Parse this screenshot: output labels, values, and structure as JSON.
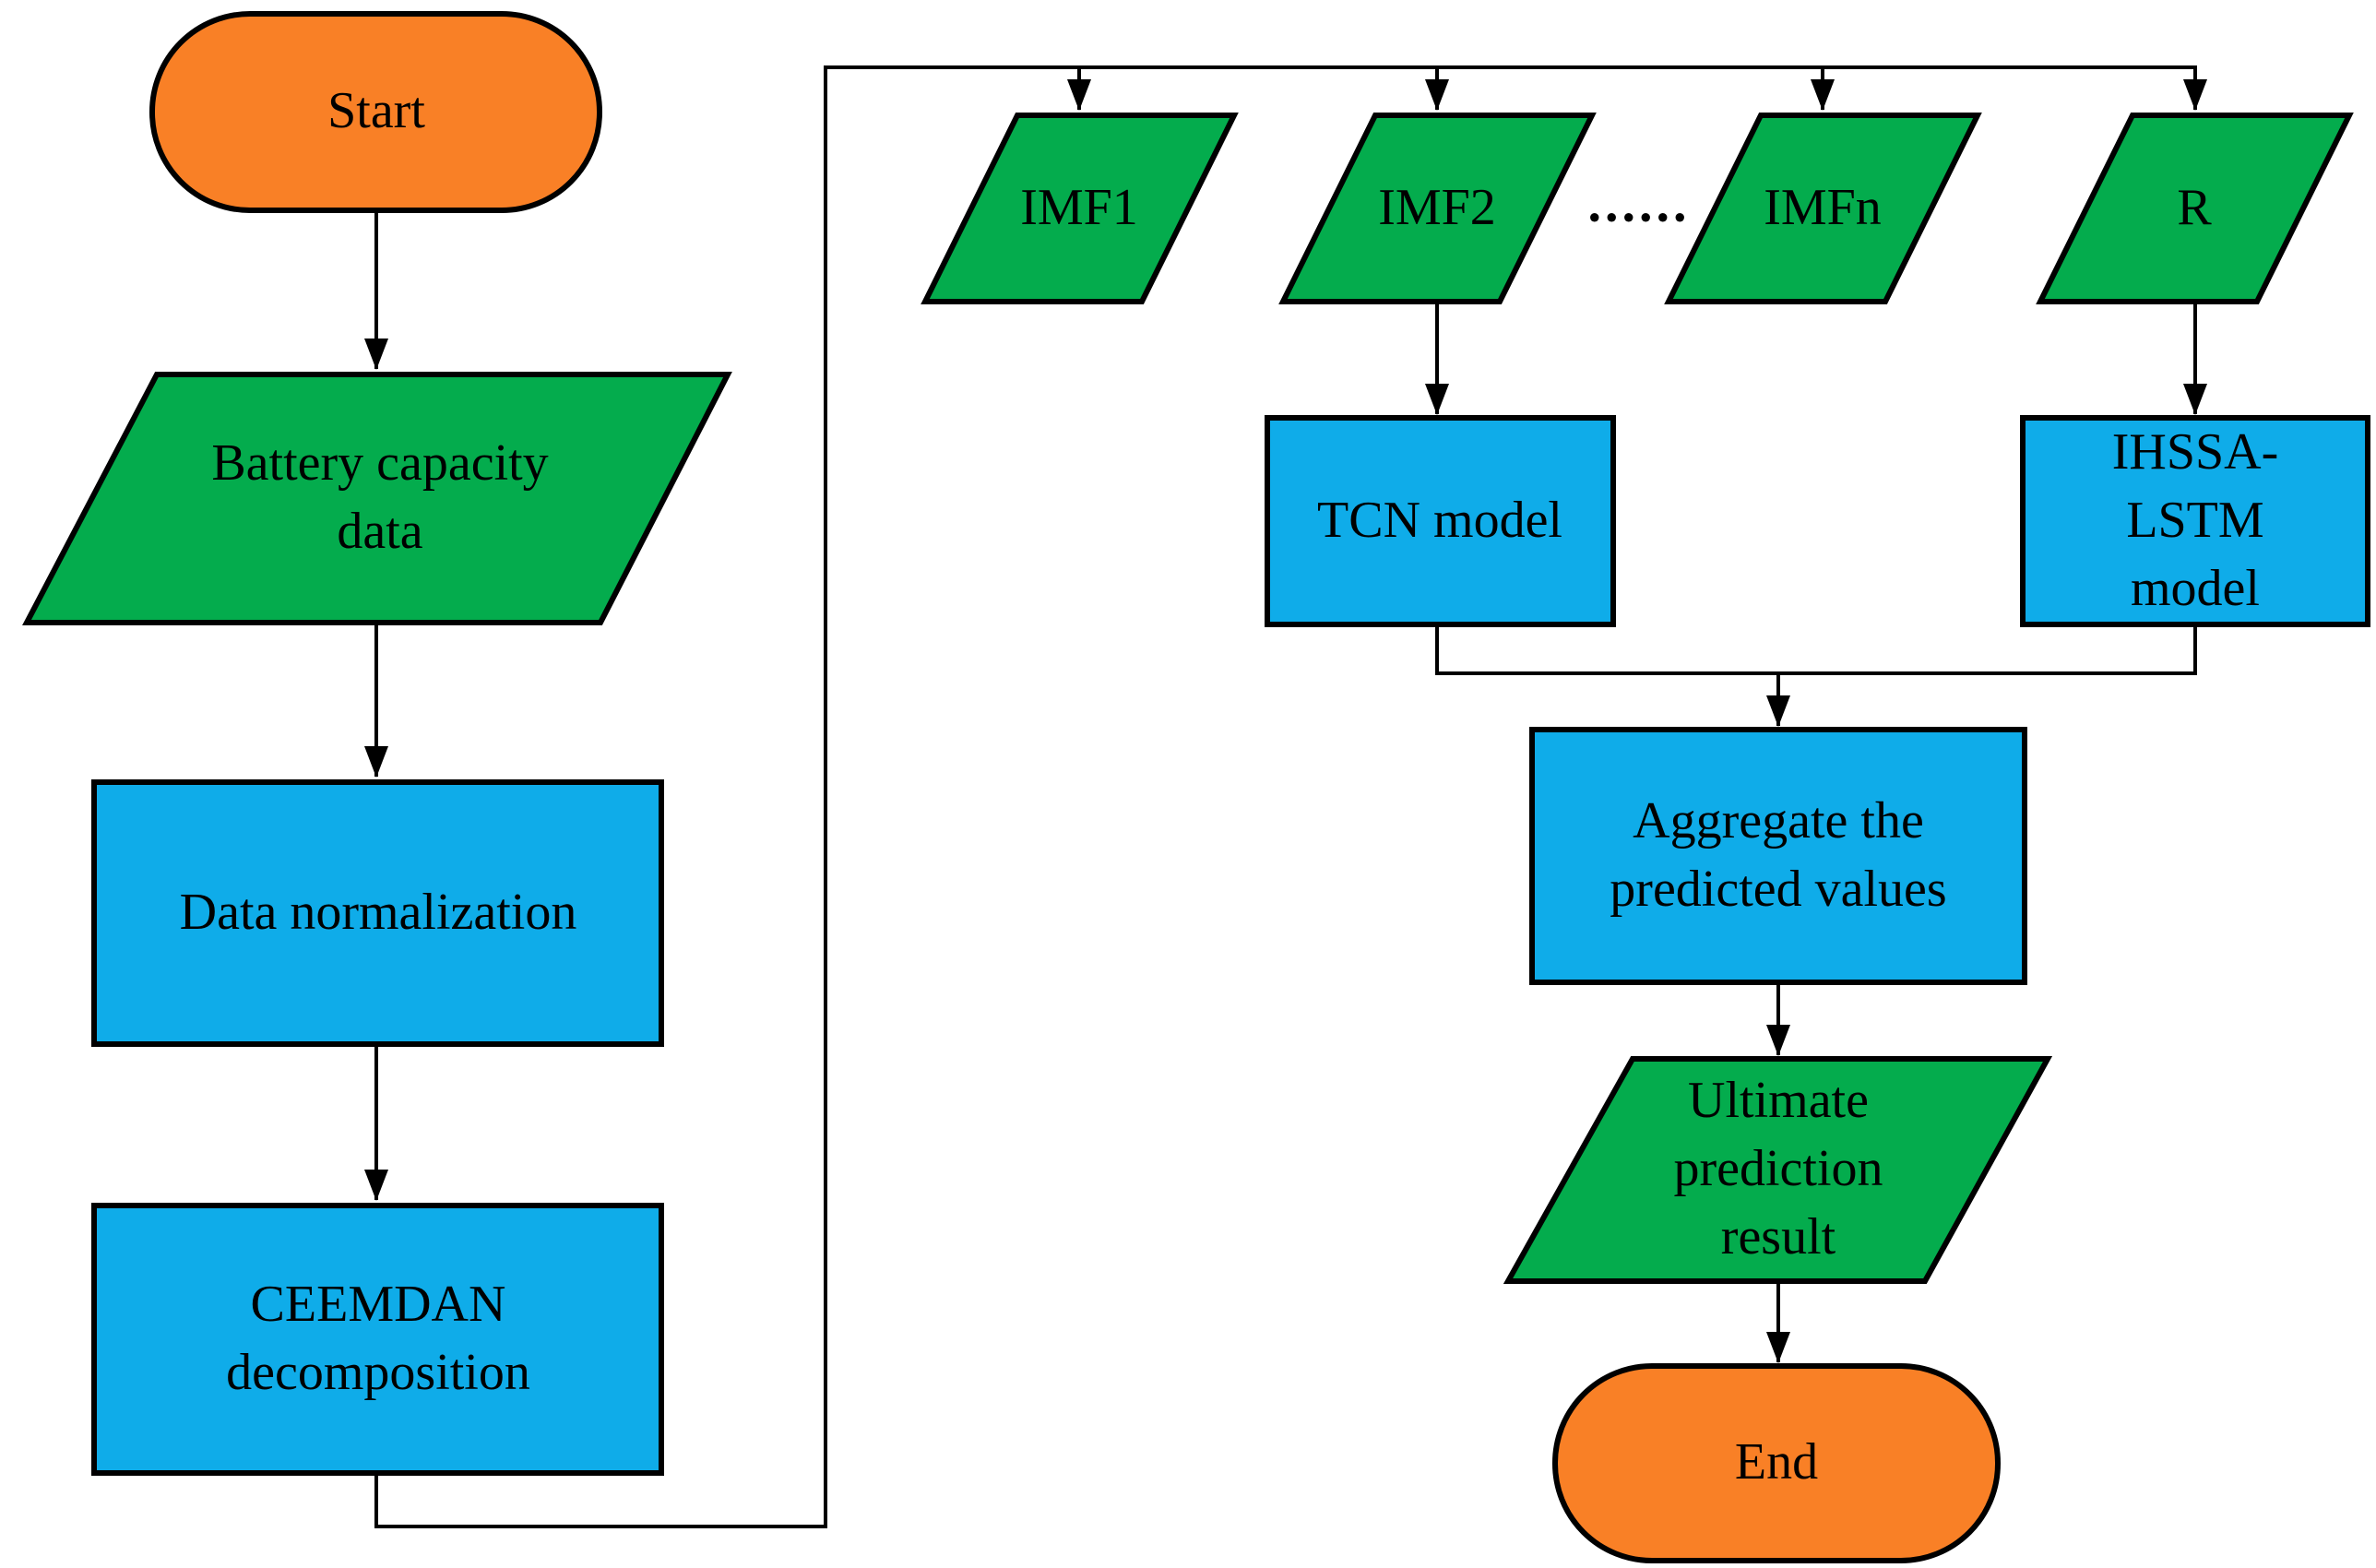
{
  "diagram": {
    "type": "flowchart",
    "background": "#FFFFFF",
    "colors": {
      "terminator": "#F98026",
      "io": "#04AC4D",
      "process": "#0FACE9",
      "stroke": "#000000",
      "text": "#000000"
    },
    "nodes": {
      "start": {
        "label": "Start",
        "shape": "stadium",
        "role": "terminator"
      },
      "battery": {
        "label": "Battery capacity\ndata",
        "shape": "parallelogram",
        "role": "input-data"
      },
      "normalize": {
        "label": "Data normalization",
        "shape": "rectangle",
        "role": "process"
      },
      "ceemdan": {
        "label": "CEEMDAN\ndecomposition",
        "shape": "rectangle",
        "role": "process"
      },
      "imf1": {
        "label": "IMF1",
        "shape": "parallelogram",
        "role": "data"
      },
      "imf2": {
        "label": "IMF2",
        "shape": "parallelogram",
        "role": "data"
      },
      "ellipsis": {
        "label": "......"
      },
      "imfn": {
        "label": "IMFn",
        "shape": "parallelogram",
        "role": "data"
      },
      "residual": {
        "label": "R",
        "shape": "parallelogram",
        "role": "data"
      },
      "tcn": {
        "label": "TCN model",
        "shape": "rectangle",
        "role": "process"
      },
      "ihssa": {
        "label": "IHSSA-LSTM\nmodel",
        "shape": "rectangle",
        "role": "process"
      },
      "aggregate": {
        "label": "Aggregate the\npredicted values",
        "shape": "rectangle",
        "role": "process"
      },
      "ultimate": {
        "label": "Ultimate\nprediction\nresult",
        "shape": "parallelogram",
        "role": "output-data"
      },
      "end": {
        "label": "End",
        "shape": "stadium",
        "role": "terminator"
      }
    },
    "edges": [
      "start -> battery",
      "battery -> normalize",
      "normalize -> ceemdan",
      "ceemdan -> imf1",
      "ceemdan -> imf2",
      "ceemdan -> imfn",
      "ceemdan -> residual",
      "imf2 -> tcn",
      "residual -> ihssa",
      "tcn -> aggregate",
      "ihssa -> aggregate",
      "aggregate -> ultimate",
      "ultimate -> end"
    ]
  }
}
